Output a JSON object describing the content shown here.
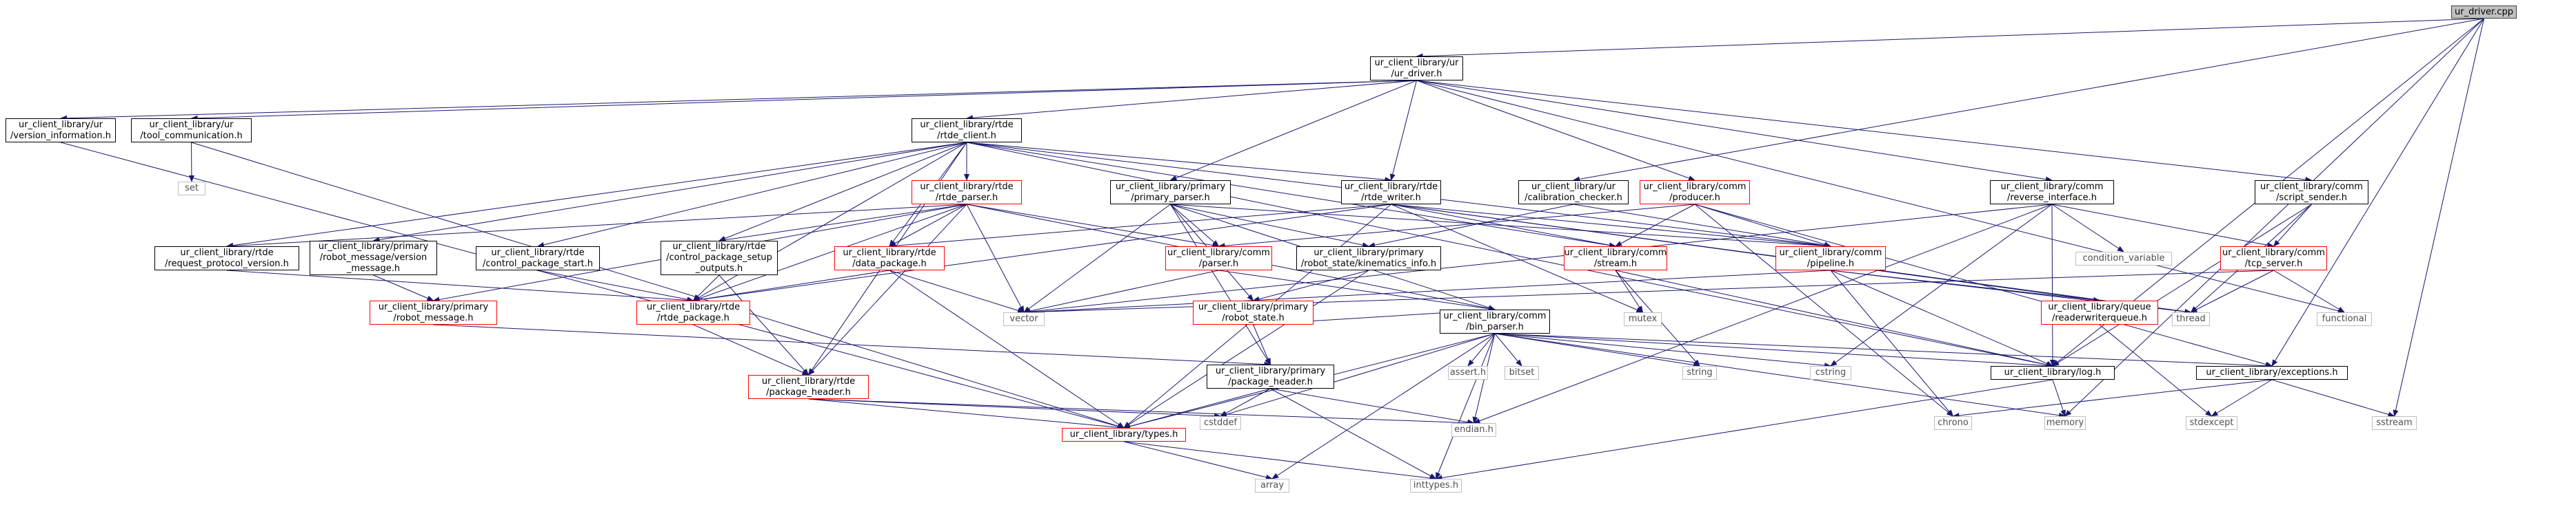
{
  "graph": {
    "nodes": [
      {
        "id": "ur_driver_cpp",
        "lines": [
          "ur_driver.cpp"
        ],
        "kind": "root"
      },
      {
        "id": "ur_driver_h",
        "lines": [
          "ur_client_library/ur",
          "/ur_driver.h"
        ],
        "kind": "black"
      },
      {
        "id": "version_information_h",
        "lines": [
          "ur_client_library/ur",
          "/version_information.h"
        ],
        "kind": "black"
      },
      {
        "id": "tool_communication_h",
        "lines": [
          "ur_client_library/ur",
          "/tool_communication.h"
        ],
        "kind": "black"
      },
      {
        "id": "set",
        "lines": [
          "set"
        ],
        "kind": "sys"
      },
      {
        "id": "rtde_client_h",
        "lines": [
          "ur_client_library/rtde",
          "/rtde_client.h"
        ],
        "kind": "black"
      },
      {
        "id": "primary_parser_h",
        "lines": [
          "ur_client_library/primary",
          "/primary_parser.h"
        ],
        "kind": "black"
      },
      {
        "id": "rtde_writer_h",
        "lines": [
          "ur_client_library/rtde",
          "/rtde_writer.h"
        ],
        "kind": "black"
      },
      {
        "id": "calibration_checker_h",
        "lines": [
          "ur_client_library/ur",
          "/calibration_checker.h"
        ],
        "kind": "black"
      },
      {
        "id": "producer_h",
        "lines": [
          "ur_client_library/comm",
          "/producer.h"
        ],
        "kind": "red"
      },
      {
        "id": "reverse_interface_h",
        "lines": [
          "ur_client_library/comm",
          "/reverse_interface.h"
        ],
        "kind": "black"
      },
      {
        "id": "script_sender_h",
        "lines": [
          "ur_client_library/comm",
          "/script_sender.h"
        ],
        "kind": "black"
      },
      {
        "id": "rtde_parser_h",
        "lines": [
          "ur_client_library/rtde",
          "/rtde_parser.h"
        ],
        "kind": "red"
      },
      {
        "id": "request_protocol_version_h",
        "lines": [
          "ur_client_library/rtde",
          "/request_protocol_version.h"
        ],
        "kind": "black"
      },
      {
        "id": "robot_message_version_message_h",
        "lines": [
          "ur_client_library/primary",
          "/robot_message/version",
          "_message.h"
        ],
        "kind": "black"
      },
      {
        "id": "control_package_start_h",
        "lines": [
          "ur_client_library/rtde",
          "/control_package_start.h"
        ],
        "kind": "black"
      },
      {
        "id": "control_package_setup_outputs_h",
        "lines": [
          "ur_client_library/rtde",
          "/control_package_setup",
          "_outputs.h"
        ],
        "kind": "black"
      },
      {
        "id": "data_package_h",
        "lines": [
          "ur_client_library/rtde",
          "/data_package.h"
        ],
        "kind": "red"
      },
      {
        "id": "comm_parser_h",
        "lines": [
          "ur_client_library/comm",
          "/parser.h"
        ],
        "kind": "red"
      },
      {
        "id": "kinematics_info_h",
        "lines": [
          "ur_client_library/primary",
          "/robot_state/kinematics_info.h"
        ],
        "kind": "black"
      },
      {
        "id": "comm_stream_h",
        "lines": [
          "ur_client_library/comm",
          "/stream.h"
        ],
        "kind": "red"
      },
      {
        "id": "comm_pipeline_h",
        "lines": [
          "ur_client_library/comm",
          "/pipeline.h"
        ],
        "kind": "red"
      },
      {
        "id": "condition_variable",
        "lines": [
          "condition_variable"
        ],
        "kind": "sys"
      },
      {
        "id": "tcp_server_h",
        "lines": [
          "ur_client_library/comm",
          "/tcp_server.h"
        ],
        "kind": "red"
      },
      {
        "id": "robot_message_h",
        "lines": [
          "ur_client_library/primary",
          "/robot_message.h"
        ],
        "kind": "red"
      },
      {
        "id": "rtde_package_h",
        "lines": [
          "ur_client_library/rtde",
          "/rtde_package.h"
        ],
        "kind": "red"
      },
      {
        "id": "vector",
        "lines": [
          "vector"
        ],
        "kind": "sys"
      },
      {
        "id": "robot_state_h",
        "lines": [
          "ur_client_library/primary",
          "/robot_state.h"
        ],
        "kind": "red"
      },
      {
        "id": "mutex",
        "lines": [
          "mutex"
        ],
        "kind": "sys"
      },
      {
        "id": "thread",
        "lines": [
          "thread"
        ],
        "kind": "sys"
      },
      {
        "id": "functional",
        "lines": [
          "functional"
        ],
        "kind": "sys"
      },
      {
        "id": "readerwriterqueue_h",
        "lines": [
          "ur_client_library/queue",
          "/readerwriterqueue.h"
        ],
        "kind": "red"
      },
      {
        "id": "bin_parser_h",
        "lines": [
          "ur_client_library/comm",
          "/bin_parser.h"
        ],
        "kind": "black"
      },
      {
        "id": "package_header_primary_h",
        "lines": [
          "ur_client_library/primary",
          "/package_header.h"
        ],
        "kind": "black"
      },
      {
        "id": "assert_h",
        "lines": [
          "assert.h"
        ],
        "kind": "sys"
      },
      {
        "id": "bitset",
        "lines": [
          "bitset"
        ],
        "kind": "sys"
      },
      {
        "id": "string",
        "lines": [
          "string"
        ],
        "kind": "sys"
      },
      {
        "id": "cstring",
        "lines": [
          "cstring"
        ],
        "kind": "sys"
      },
      {
        "id": "log_h",
        "lines": [
          "ur_client_library/log.h"
        ],
        "kind": "black"
      },
      {
        "id": "exceptions_h",
        "lines": [
          "ur_client_library/exceptions.h"
        ],
        "kind": "black"
      },
      {
        "id": "package_header_rtde_h",
        "lines": [
          "ur_client_library/rtde",
          "/package_header.h"
        ],
        "kind": "red"
      },
      {
        "id": "cstddef",
        "lines": [
          "cstddef"
        ],
        "kind": "sys"
      },
      {
        "id": "endian_h",
        "lines": [
          "endian.h"
        ],
        "kind": "sys"
      },
      {
        "id": "chrono",
        "lines": [
          "chrono"
        ],
        "kind": "sys"
      },
      {
        "id": "memory",
        "lines": [
          "memory"
        ],
        "kind": "sys"
      },
      {
        "id": "stdexcept",
        "lines": [
          "stdexcept"
        ],
        "kind": "sys"
      },
      {
        "id": "sstream",
        "lines": [
          "sstream"
        ],
        "kind": "sys"
      },
      {
        "id": "types_h",
        "lines": [
          "ur_client_library/types.h"
        ],
        "kind": "red"
      },
      {
        "id": "array",
        "lines": [
          "array"
        ],
        "kind": "sys"
      },
      {
        "id": "inttypes_h",
        "lines": [
          "inttypes.h"
        ],
        "kind": "sys"
      }
    ],
    "edges": [
      [
        "ur_driver_cpp",
        "ur_driver_h"
      ],
      [
        "ur_driver_cpp",
        "calibration_checker_h"
      ],
      [
        "ur_driver_cpp",
        "log_h"
      ],
      [
        "ur_driver_cpp",
        "exceptions_h"
      ],
      [
        "ur_driver_cpp",
        "memory"
      ],
      [
        "ur_driver_cpp",
        "sstream"
      ],
      [
        "ur_driver_h",
        "version_information_h"
      ],
      [
        "ur_driver_h",
        "tool_communication_h"
      ],
      [
        "ur_driver_h",
        "rtde_client_h"
      ],
      [
        "ur_driver_h",
        "primary_parser_h"
      ],
      [
        "ur_driver_h",
        "rtde_writer_h"
      ],
      [
        "ur_driver_h",
        "producer_h"
      ],
      [
        "ur_driver_h",
        "reverse_interface_h"
      ],
      [
        "ur_driver_h",
        "script_sender_h"
      ],
      [
        "ur_driver_h",
        "functional"
      ],
      [
        "version_information_h",
        "types_h"
      ],
      [
        "tool_communication_h",
        "set"
      ],
      [
        "tool_communication_h",
        "types_h"
      ],
      [
        "rtde_client_h",
        "rtde_parser_h"
      ],
      [
        "rtde_client_h",
        "request_protocol_version_h"
      ],
      [
        "rtde_client_h",
        "robot_message_version_message_h"
      ],
      [
        "rtde_client_h",
        "control_package_start_h"
      ],
      [
        "rtde_client_h",
        "control_package_setup_outputs_h"
      ],
      [
        "rtde_client_h",
        "data_package_h"
      ],
      [
        "rtde_client_h",
        "rtde_writer_h"
      ],
      [
        "rtde_client_h",
        "comm_stream_h"
      ],
      [
        "rtde_client_h",
        "comm_pipeline_h"
      ],
      [
        "rtde_client_h",
        "rtde_package_h"
      ],
      [
        "rtde_client_h",
        "package_header_rtde_h"
      ],
      [
        "rtde_client_h",
        "log_h"
      ],
      [
        "rtde_parser_h",
        "rtde_package_h"
      ],
      [
        "rtde_parser_h",
        "data_package_h"
      ],
      [
        "rtde_parser_h",
        "comm_parser_h"
      ],
      [
        "rtde_parser_h",
        "vector"
      ],
      [
        "rtde_parser_h",
        "package_header_rtde_h"
      ],
      [
        "rtde_parser_h",
        "control_package_setup_outputs_h"
      ],
      [
        "rtde_parser_h",
        "request_protocol_version_h"
      ],
      [
        "rtde_parser_h",
        "bin_parser_h"
      ],
      [
        "rtde_parser_h",
        "robot_message_h"
      ],
      [
        "request_protocol_version_h",
        "rtde_package_h"
      ],
      [
        "robot_message_version_message_h",
        "robot_message_h"
      ],
      [
        "control_package_start_h",
        "rtde_package_h"
      ],
      [
        "control_package_setup_outputs_h",
        "rtde_package_h"
      ],
      [
        "control_package_setup_outputs_h",
        "package_header_rtde_h"
      ],
      [
        "data_package_h",
        "rtde_package_h"
      ],
      [
        "data_package_h",
        "vector"
      ],
      [
        "data_package_h",
        "types_h"
      ],
      [
        "rtde_package_h",
        "package_header_rtde_h"
      ],
      [
        "robot_message_h",
        "package_header_primary_h"
      ],
      [
        "primary_parser_h",
        "comm_parser_h"
      ],
      [
        "primary_parser_h",
        "kinematics_info_h"
      ],
      [
        "primary_parser_h",
        "robot_state_h"
      ],
      [
        "primary_parser_h",
        "package_header_primary_h"
      ],
      [
        "primary_parser_h",
        "bin_parser_h"
      ],
      [
        "primary_parser_h",
        "comm_pipeline_h"
      ],
      [
        "primary_parser_h",
        "vector"
      ],
      [
        "rtde_writer_h",
        "comm_stream_h"
      ],
      [
        "rtde_writer_h",
        "comm_pipeline_h"
      ],
      [
        "rtde_writer_h",
        "readerwriterqueue_h"
      ],
      [
        "rtde_writer_h",
        "data_package_h"
      ],
      [
        "rtde_writer_h",
        "rtde_package_h"
      ],
      [
        "rtde_writer_h",
        "mutex"
      ],
      [
        "rtde_writer_h",
        "thread"
      ],
      [
        "rtde_writer_h",
        "types_h"
      ],
      [
        "calibration_checker_h",
        "comm_pipeline_h"
      ],
      [
        "calibration_checker_h",
        "kinematics_info_h"
      ],
      [
        "producer_h",
        "comm_parser_h"
      ],
      [
        "producer_h",
        "comm_stream_h"
      ],
      [
        "producer_h",
        "comm_pipeline_h"
      ],
      [
        "producer_h",
        "chrono"
      ],
      [
        "producer_h",
        "exceptions_h"
      ],
      [
        "comm_parser_h",
        "bin_parser_h"
      ],
      [
        "comm_parser_h",
        "vector"
      ],
      [
        "kinematics_info_h",
        "robot_state_h"
      ],
      [
        "kinematics_info_h",
        "types_h"
      ],
      [
        "robot_state_h",
        "package_header_primary_h"
      ],
      [
        "robot_state_h",
        "bin_parser_h"
      ],
      [
        "comm_stream_h",
        "mutex"
      ],
      [
        "comm_stream_h",
        "string"
      ],
      [
        "comm_stream_h",
        "log_h"
      ],
      [
        "comm_pipeline_h",
        "readerwriterqueue_h"
      ],
      [
        "comm_pipeline_h",
        "thread"
      ],
      [
        "comm_pipeline_h",
        "vector"
      ],
      [
        "comm_pipeline_h",
        "chrono"
      ],
      [
        "comm_pipeline_h",
        "log_h"
      ],
      [
        "reverse_interface_h",
        "tcp_server_h"
      ],
      [
        "reverse_interface_h",
        "condition_variable"
      ],
      [
        "reverse_interface_h",
        "cstring"
      ],
      [
        "reverse_interface_h",
        "endian_h"
      ],
      [
        "reverse_interface_h",
        "log_h"
      ],
      [
        "reverse_interface_h",
        "vector"
      ],
      [
        "script_sender_h",
        "tcp_server_h"
      ],
      [
        "script_sender_h",
        "thread"
      ],
      [
        "script_sender_h",
        "log_h"
      ],
      [
        "tcp_server_h",
        "thread"
      ],
      [
        "tcp_server_h",
        "functional"
      ],
      [
        "tcp_server_h",
        "vector"
      ],
      [
        "readerwriterqueue_h",
        "stdexcept"
      ],
      [
        "bin_parser_h",
        "assert_h"
      ],
      [
        "bin_parser_h",
        "bitset"
      ],
      [
        "bin_parser_h",
        "string"
      ],
      [
        "bin_parser_h",
        "cstring"
      ],
      [
        "bin_parser_h",
        "cstddef"
      ],
      [
        "bin_parser_h",
        "endian_h"
      ],
      [
        "bin_parser_h",
        "inttypes_h"
      ],
      [
        "bin_parser_h",
        "array"
      ],
      [
        "bin_parser_h",
        "memory"
      ],
      [
        "bin_parser_h",
        "log_h"
      ],
      [
        "bin_parser_h",
        "exceptions_h"
      ],
      [
        "bin_parser_h",
        "types_h"
      ],
      [
        "package_header_primary_h",
        "cstddef"
      ],
      [
        "package_header_primary_h",
        "endian_h"
      ],
      [
        "package_header_primary_h",
        "inttypes_h"
      ],
      [
        "package_header_primary_h",
        "types_h"
      ],
      [
        "package_header_rtde_h",
        "cstddef"
      ],
      [
        "package_header_rtde_h",
        "endian_h"
      ],
      [
        "package_header_rtde_h",
        "types_h"
      ],
      [
        "log_h",
        "memory"
      ],
      [
        "log_h",
        "inttypes_h"
      ],
      [
        "exceptions_h",
        "chrono"
      ],
      [
        "exceptions_h",
        "stdexcept"
      ],
      [
        "exceptions_h",
        "sstream"
      ],
      [
        "types_h",
        "array"
      ],
      [
        "types_h",
        "inttypes_h"
      ]
    ],
    "colors": {
      "edge": "#191970",
      "root_fill": "#bfbfbf",
      "border_black": "#000000",
      "border_red": "#ff0000",
      "border_sys": "#bfbfbf"
    }
  }
}
